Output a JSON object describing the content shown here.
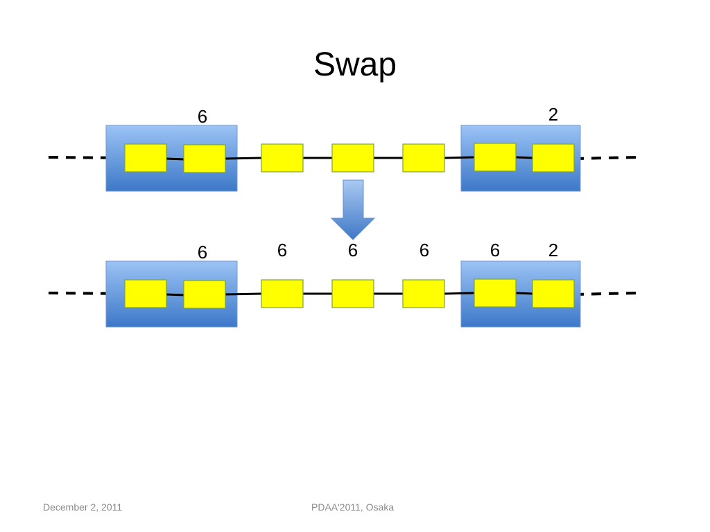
{
  "slide": {
    "title": "Swap",
    "footer_date": "December 2, 2011",
    "footer_event": "PDAA'2011, Osaka"
  },
  "before": {
    "labels": [
      "6",
      "2"
    ]
  },
  "after": {
    "labels": [
      "6",
      "6",
      "6",
      "6",
      "6",
      "2"
    ]
  },
  "colors": {
    "node_fill": "#ffff00",
    "node_stroke": "#7aa33a",
    "block_top": "#9cc3f5",
    "block_bottom": "#3d78c8",
    "arrow_top": "#a9c9f2",
    "arrow_bottom": "#3f78c6"
  }
}
